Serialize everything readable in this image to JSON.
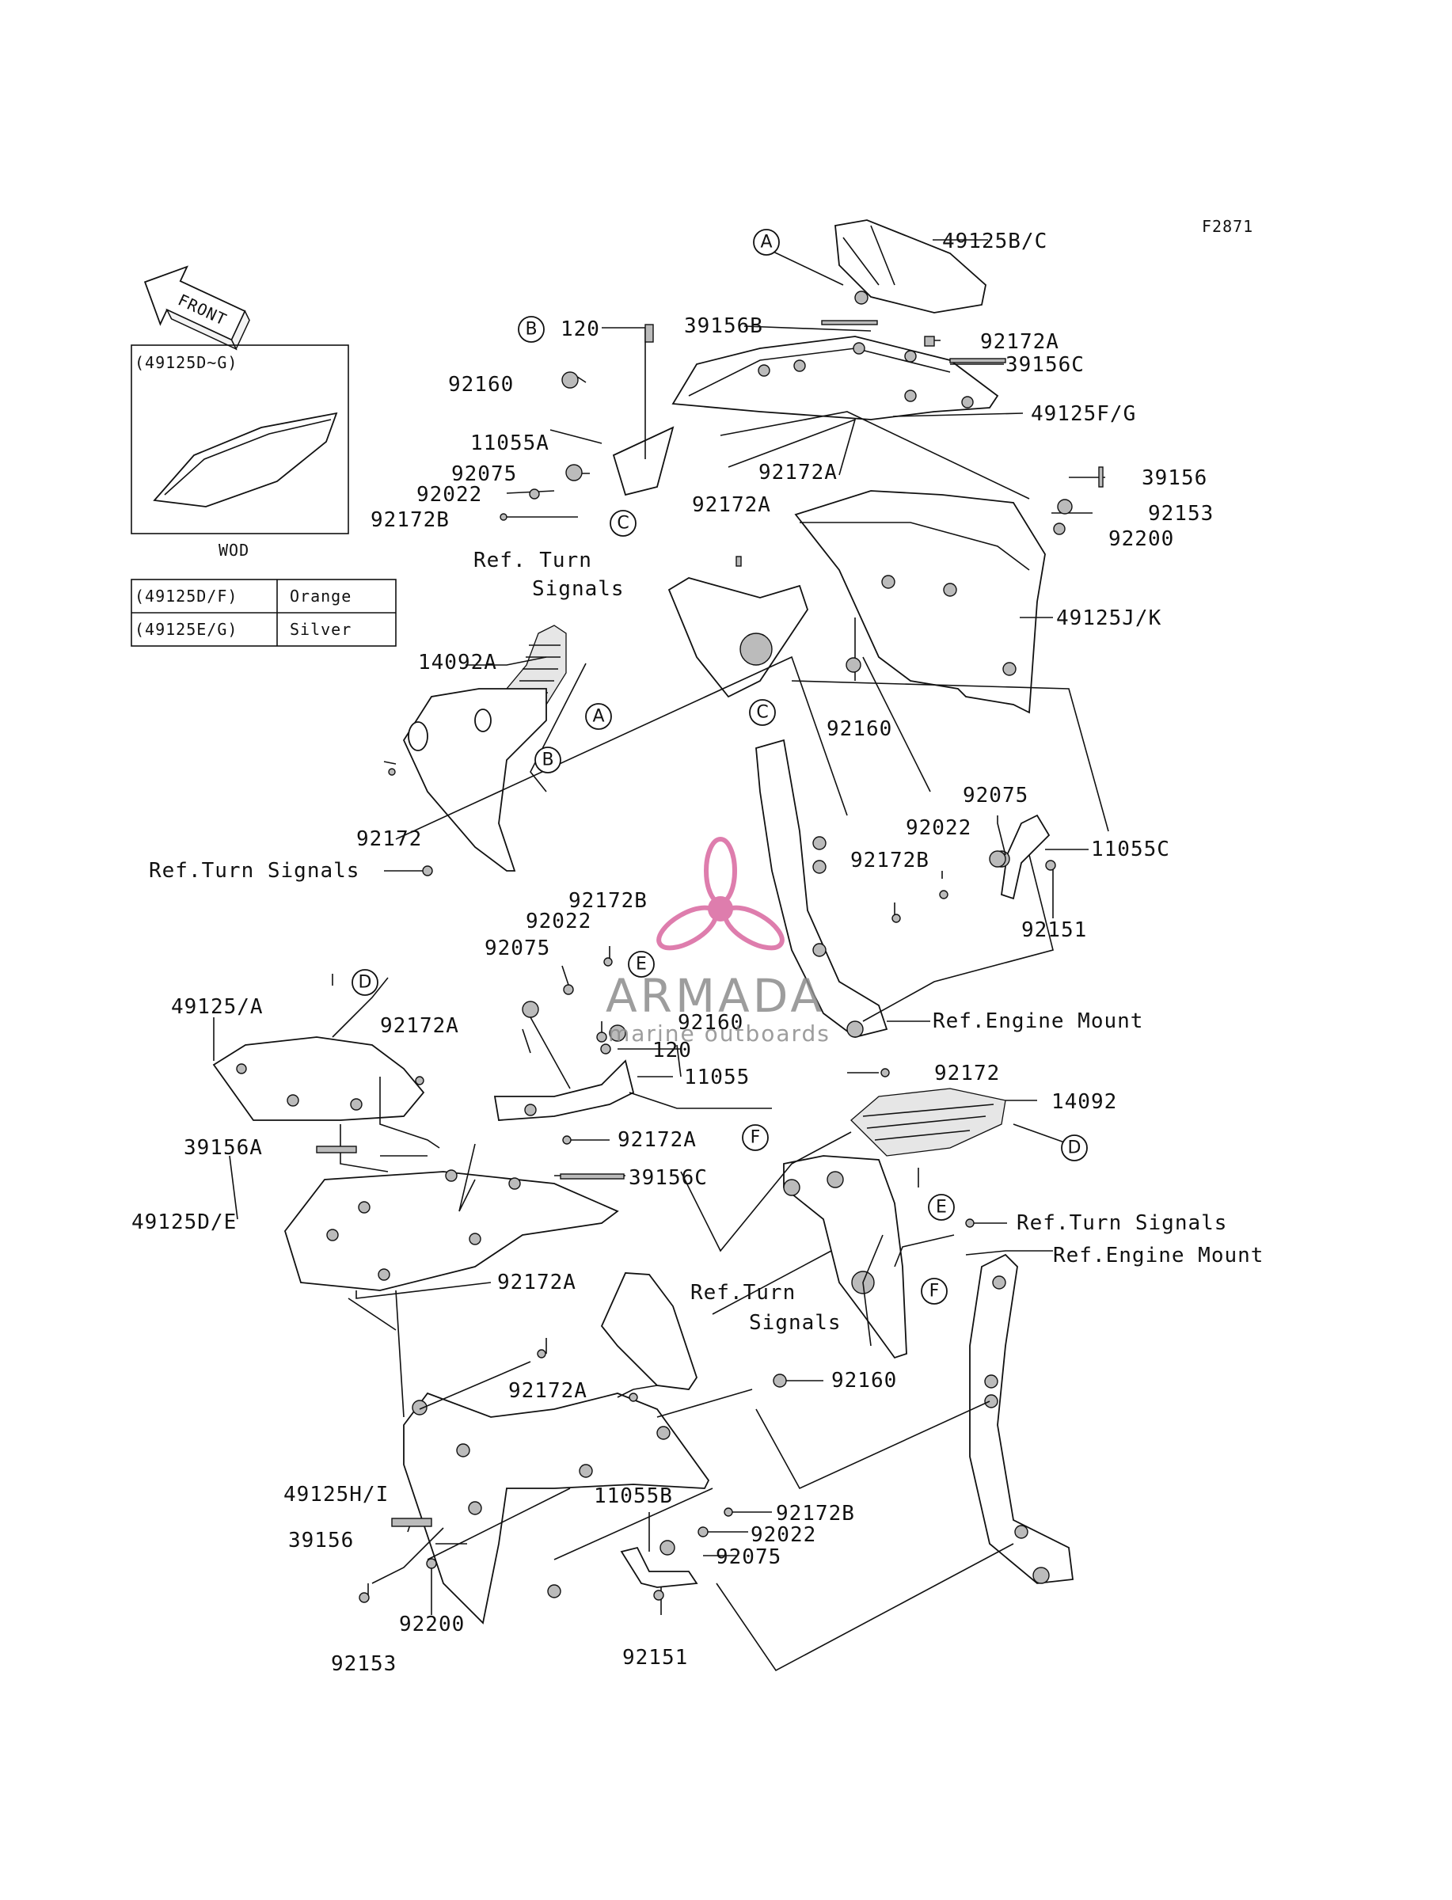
{
  "figure_code": "F2871",
  "front_label": "FRONT",
  "inset": {
    "title": "(49125D~G)",
    "caption": "WOD",
    "color_table": [
      {
        "parts": "(49125D/F)",
        "color": "Orange"
      },
      {
        "parts": "(49125E/G)",
        "color": "Silver"
      }
    ]
  },
  "watermark": {
    "brand": "ARMADA",
    "tagline": "marine outboards",
    "color": "#d9679f"
  },
  "callouts": [
    "A",
    "B",
    "C",
    "A",
    "B",
    "C",
    "D",
    "E",
    "F",
    "D",
    "E",
    "F"
  ],
  "labels": {
    "l_49125BC": "49125B/C",
    "l_92172A_1": "92172A",
    "l_39156C_1": "39156C",
    "l_49125FG": "49125F/G",
    "l_39156B": "39156B",
    "l_120_1": "120",
    "l_92160_1": "92160",
    "l_11055A": "11055A",
    "l_92075_1": "92075",
    "l_92022_1": "92022",
    "l_92172B_1": "92172B",
    "l_92172A_2": "92172A",
    "l_92172A_3": "92172A",
    "l_39156_1": "39156",
    "l_92153_1": "92153",
    "l_92200_1": "92200",
    "l_refturn_1a": "Ref. Turn",
    "l_refturn_1b": "Signals",
    "l_49125JK": "49125J/K",
    "l_14092A": "14092A",
    "l_92160_2": "92160",
    "l_92075_2": "92075",
    "l_92022_2": "92022",
    "l_92172B_2": "92172B",
    "l_11055C": "11055C",
    "l_92151_1": "92151",
    "l_92172_1": "92172",
    "l_refturn_2": "Ref.Turn Signals",
    "l_92172B_3": "92172B",
    "l_92022_3": "92022",
    "l_92075_3": "92075",
    "l_92160_3": "92160",
    "l_refengine_1": "Ref.Engine Mount",
    "l_49125A": "49125/A",
    "l_92172A_4": "92172A",
    "l_120_2": "120",
    "l_11055": "11055",
    "l_92172_2": "92172",
    "l_14092": "14092",
    "l_39156A": "39156A",
    "l_92172A_5": "92172A",
    "l_39156C_2": "39156C",
    "l_49125DE": "49125D/E",
    "l_refturn_3": "Ref.Turn Signals",
    "l_refengine_2": "Ref.Engine Mount",
    "l_92172A_6": "92172A",
    "l_refturn_4a": "Ref.Turn",
    "l_refturn_4b": "Signals",
    "l_92172A_7": "92172A",
    "l_92160_4": "92160",
    "l_49125HI": "49125H/I",
    "l_11055B": "11055B",
    "l_92172B_4": "92172B",
    "l_39156_2": "39156",
    "l_92022_4": "92022",
    "l_92075_4": "92075",
    "l_92200_2": "92200",
    "l_92153_2": "92153",
    "l_92151_2": "92151"
  }
}
